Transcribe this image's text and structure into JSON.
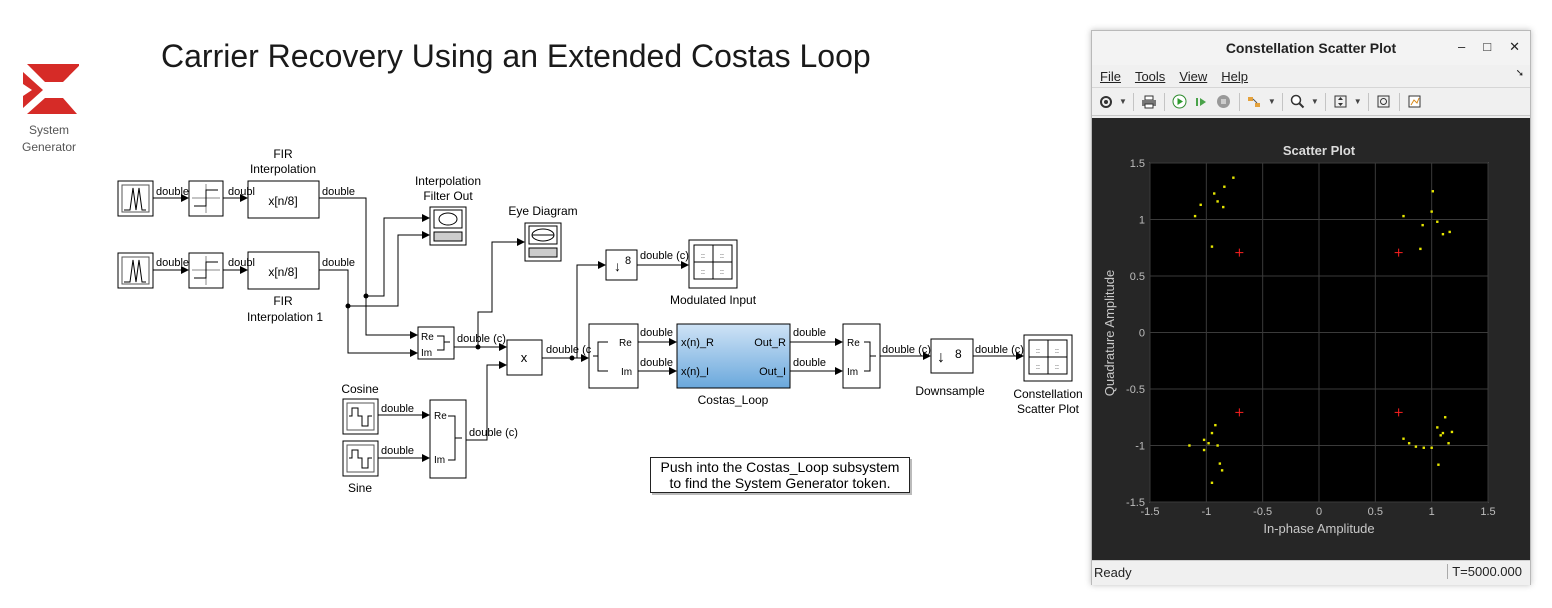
{
  "title": "Carrier Recovery Using an Extended Costas Loop",
  "logo": {
    "caption_line1": "System",
    "caption_line2": "Generator"
  },
  "blocks": {
    "fir1_title_1": "FIR",
    "fir1_title_2": "Interpolation",
    "fir1_content": "x[n/8]",
    "fir2_content": "x[n/8]",
    "fir2_title_1": "FIR",
    "fir2_title_2": "Interpolation 1",
    "scope_title_1": "Interpolation",
    "scope_title_2": "Filter Out",
    "eye_title": "Eye Diagram",
    "product_content": "x",
    "down8_content": "8",
    "mod_input_title": "Modulated Input",
    "costas_port_r": "x(n)_R",
    "costas_port_i": "x(n)_I",
    "costas_out_r": "Out_R",
    "costas_out_i": "Out_I",
    "costas_title": "Costas_Loop",
    "downsample_content": "8",
    "downsample_title": "Downsample",
    "const_title_1": "Constellation",
    "const_title_2": "Scatter Plot",
    "cosine_title": "Cosine",
    "sine_title": "Sine",
    "re": "Re",
    "im": "Im"
  },
  "signals": {
    "double": "double",
    "double_partial": "doubl",
    "double_c": "double (c)",
    "double_c_partial": "double (c"
  },
  "note": {
    "line1": "Push into the Costas_Loop subsystem",
    "line2": "to find the System Generator token."
  },
  "scope_window": {
    "title": "Constellation Scatter Plot",
    "controls": {
      "minimize": "–",
      "maximize": "□",
      "close": "✕"
    },
    "menu": [
      "File",
      "Tools",
      "View",
      "Help"
    ],
    "status_left": "Ready",
    "status_right": "T=5000.000"
  },
  "chart_data": {
    "type": "scatter",
    "title": "Scatter Plot",
    "xlabel": "In-phase Amplitude",
    "ylabel": "Quadrature Amplitude",
    "xlim": [
      -1.5,
      1.5
    ],
    "ylim": [
      -1.5,
      1.5
    ],
    "xticks": [
      -1.5,
      -1,
      -0.5,
      0,
      0.5,
      1,
      1.5
    ],
    "yticks": [
      -1.5,
      -1,
      -0.5,
      0,
      0.5,
      1,
      1.5
    ],
    "grid": true,
    "background": "#000000",
    "reference_color": "#ff2020",
    "point_color": "#e6e600",
    "reference": [
      [
        -0.707,
        0.707
      ],
      [
        0.707,
        0.707
      ],
      [
        -0.707,
        -0.707
      ],
      [
        0.707,
        -0.707
      ]
    ],
    "points": [
      [
        -1.1,
        1.03
      ],
      [
        -1.05,
        1.13
      ],
      [
        -0.93,
        1.23
      ],
      [
        -0.9,
        1.16
      ],
      [
        -0.85,
        1.11
      ],
      [
        -0.84,
        1.29
      ],
      [
        -0.76,
        1.37
      ],
      [
        -0.95,
        0.76
      ],
      [
        0.75,
        1.03
      ],
      [
        1.0,
        1.07
      ],
      [
        1.05,
        0.98
      ],
      [
        0.92,
        0.95
      ],
      [
        1.1,
        0.87
      ],
      [
        1.16,
        0.89
      ],
      [
        0.9,
        0.74
      ],
      [
        1.01,
        1.25
      ],
      [
        -1.15,
        -1.0
      ],
      [
        -1.02,
        -1.04
      ],
      [
        -0.98,
        -0.98
      ],
      [
        -0.95,
        -0.89
      ],
      [
        -0.92,
        -0.82
      ],
      [
        -0.9,
        -1.0
      ],
      [
        -0.88,
        -1.16
      ],
      [
        -0.86,
        -1.22
      ],
      [
        -0.95,
        -1.33
      ],
      [
        -1.02,
        -0.95
      ],
      [
        0.75,
        -0.94
      ],
      [
        0.8,
        -0.98
      ],
      [
        0.86,
        -1.01
      ],
      [
        0.93,
        -1.02
      ],
      [
        1.0,
        -1.02
      ],
      [
        1.05,
        -0.84
      ],
      [
        1.08,
        -0.91
      ],
      [
        1.1,
        -0.89
      ],
      [
        1.12,
        -0.75
      ],
      [
        1.15,
        -0.98
      ],
      [
        1.18,
        -0.88
      ],
      [
        1.06,
        -1.17
      ]
    ]
  }
}
